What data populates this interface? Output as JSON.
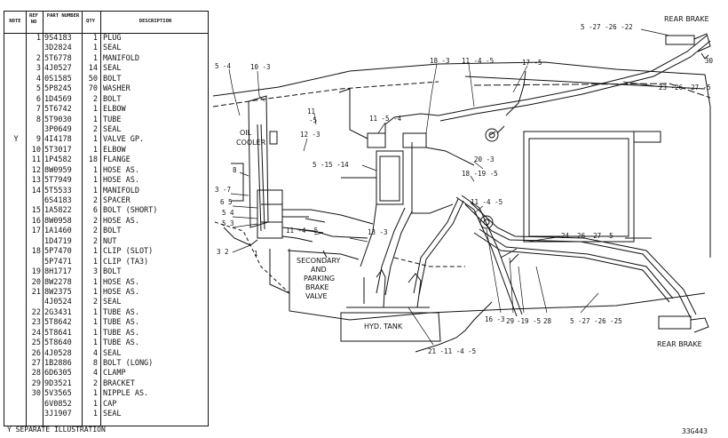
{
  "table": {
    "headers": {
      "note": "NOTE",
      "ref_no": "REF NO",
      "part_number": "PART NUMBER",
      "qty": "QTY",
      "description": "DESCRIPTION"
    },
    "rows": [
      {
        "note": "",
        "ref": "1",
        "part": "9S4183",
        "qty": "1",
        "desc": "PLUG"
      },
      {
        "note": "",
        "ref": "",
        "part": "3D2824",
        "qty": "1",
        "desc": "SEAL"
      },
      {
        "note": "",
        "ref": "2",
        "part": "5T6778",
        "qty": "1",
        "desc": "MANIFOLD"
      },
      {
        "note": "",
        "ref": "3",
        "part": "4J0527",
        "qty": "14",
        "desc": "SEAL"
      },
      {
        "note": "",
        "ref": "4",
        "part": "0S1585",
        "qty": "50",
        "desc": "BOLT"
      },
      {
        "note": "",
        "ref": "5",
        "part": "5P8245",
        "qty": "70",
        "desc": "WASHER"
      },
      {
        "note": "",
        "ref": "6",
        "part": "1D4569",
        "qty": "2",
        "desc": "BOLT"
      },
      {
        "note": "",
        "ref": "7",
        "part": "5T6742",
        "qty": "1",
        "desc": "ELBOW"
      },
      {
        "note": "",
        "ref": "8",
        "part": "5T9030",
        "qty": "1",
        "desc": "TUBE"
      },
      {
        "note": "",
        "ref": "",
        "part": "3P0649",
        "qty": "2",
        "desc": "SEAL"
      },
      {
        "note": "Y",
        "ref": "9",
        "part": "4I4178",
        "qty": "1",
        "desc": "VALVE GP."
      },
      {
        "note": "",
        "ref": "10",
        "part": "5T3017",
        "qty": "1",
        "desc": "ELBOW"
      },
      {
        "note": "",
        "ref": "11",
        "part": "1P4582",
        "qty": "18",
        "desc": "FLANGE"
      },
      {
        "note": "",
        "ref": "12",
        "part": "8W0959",
        "qty": "1",
        "desc": "HOSE AS."
      },
      {
        "note": "",
        "ref": "13",
        "part": "5T7949",
        "qty": "1",
        "desc": "HOSE AS."
      },
      {
        "note": "",
        "ref": "14",
        "part": "5T5533",
        "qty": "1",
        "desc": "MANIFOLD"
      },
      {
        "note": "",
        "ref": "",
        "part": "6S4183",
        "qty": "2",
        "desc": "SPACER"
      },
      {
        "note": "",
        "ref": "15",
        "part": "1A5822",
        "qty": "6",
        "desc": "BOLT (SHORT)"
      },
      {
        "note": "",
        "ref": "16",
        "part": "8W0958",
        "qty": "2",
        "desc": "HOSE AS."
      },
      {
        "note": "",
        "ref": "17",
        "part": "1A1460",
        "qty": "2",
        "desc": "BOLT"
      },
      {
        "note": "",
        "ref": "",
        "part": "1D4719",
        "qty": "2",
        "desc": "NUT"
      },
      {
        "note": "",
        "ref": "18",
        "part": "5P7470",
        "qty": "1",
        "desc": "CLIP (SLOT)"
      },
      {
        "note": "",
        "ref": "",
        "part": "5P7471",
        "qty": "1",
        "desc": "CLIP (TA3)"
      },
      {
        "note": "",
        "ref": "19",
        "part": "8H1717",
        "qty": "3",
        "desc": "BOLT"
      },
      {
        "note": "",
        "ref": "20",
        "part": "8W2278",
        "qty": "1",
        "desc": "HOSE AS."
      },
      {
        "note": "",
        "ref": "21",
        "part": "8W2375",
        "qty": "1",
        "desc": "HOSE AS."
      },
      {
        "note": "",
        "ref": "",
        "part": "4J0524",
        "qty": "2",
        "desc": "SEAL"
      },
      {
        "note": "",
        "ref": "22",
        "part": "2G3431",
        "qty": "1",
        "desc": "TUBE AS."
      },
      {
        "note": "",
        "ref": "23",
        "part": "5T8642",
        "qty": "1",
        "desc": "TUBE AS."
      },
      {
        "note": "",
        "ref": "24",
        "part": "5T8641",
        "qty": "1",
        "desc": "TUBE AS."
      },
      {
        "note": "",
        "ref": "25",
        "part": "5T8640",
        "qty": "1",
        "desc": "TUBE AS."
      },
      {
        "note": "",
        "ref": "26",
        "part": "4J0528",
        "qty": "4",
        "desc": "SEAL"
      },
      {
        "note": "",
        "ref": "27",
        "part": "1B2886",
        "qty": "8",
        "desc": "BOLT (LONG)"
      },
      {
        "note": "",
        "ref": "28",
        "part": "6D6305",
        "qty": "4",
        "desc": "CLAMP"
      },
      {
        "note": "",
        "ref": "29",
        "part": "9D3521",
        "qty": "2",
        "desc": "BRACKET"
      },
      {
        "note": "",
        "ref": "30",
        "part": "5V3565",
        "qty": "1",
        "desc": "NIPPLE AS."
      },
      {
        "note": "",
        "ref": "",
        "part": "6V0852",
        "qty": "1",
        "desc": "CAP"
      },
      {
        "note": "",
        "ref": "",
        "part": "3J1907",
        "qty": "1",
        "desc": "SEAL"
      }
    ]
  },
  "legend": "Y  SEPARATE ILLUSTRATION",
  "drawing_id": "33G443",
  "callouts": {
    "rear_brake_top": "REAR BRAKE",
    "rear_brake_bottom": "REAR BRAKE",
    "oil_cooler_1": "OIL",
    "oil_cooler_2": "COOLER",
    "secondary_1": "SECONDARY",
    "secondary_2": "AND",
    "secondary_3": "PARKING",
    "secondary_4": "BRAKE",
    "secondary_5": "VALVE",
    "hyd_tank": "HYD. TANK",
    "c_5_27_26_22": "5 -27 -26 -22",
    "c_30": "30",
    "c_23_26_27_5": "23 -26 -27 -5",
    "c_18_3_top": "18 -3",
    "c_11_4_5_top": "11 -4 -5",
    "c_17_5": "17 -5",
    "c_5_4": "5 -4",
    "c_10_3": "10 -3",
    "c_11_5_4": "11 -5 -4",
    "c_11_5a": "11",
    "c_11_5b": "-5",
    "c_12_3": "12 -3",
    "c_20_3": "20 -3",
    "c_5_15_14": "5 -15 -14",
    "c_18_19_5": "18 -19 -5",
    "c_8": "8",
    "c_3_7": "3 -7",
    "c_6_5": "6 5",
    "c_5_4b": "5 4",
    "c_5_3": "5 3",
    "c_11_4_5_mid": "11 -4 -5",
    "c_11_4_5_low": "11 -4 -5",
    "c_13_3": "13 -3",
    "c_3_2": "3 2",
    "c_1": "1",
    "c_24_26_27_5": "24 -26 -27 -5",
    "c_16_3": "16 -3",
    "c_29": "29",
    "c_19_5": "-19 -5",
    "c_28": "28",
    "c_5_27_26_25": "5 -27 -26 -25",
    "c_21_11_4_5": "21 -11 -4 -5"
  }
}
